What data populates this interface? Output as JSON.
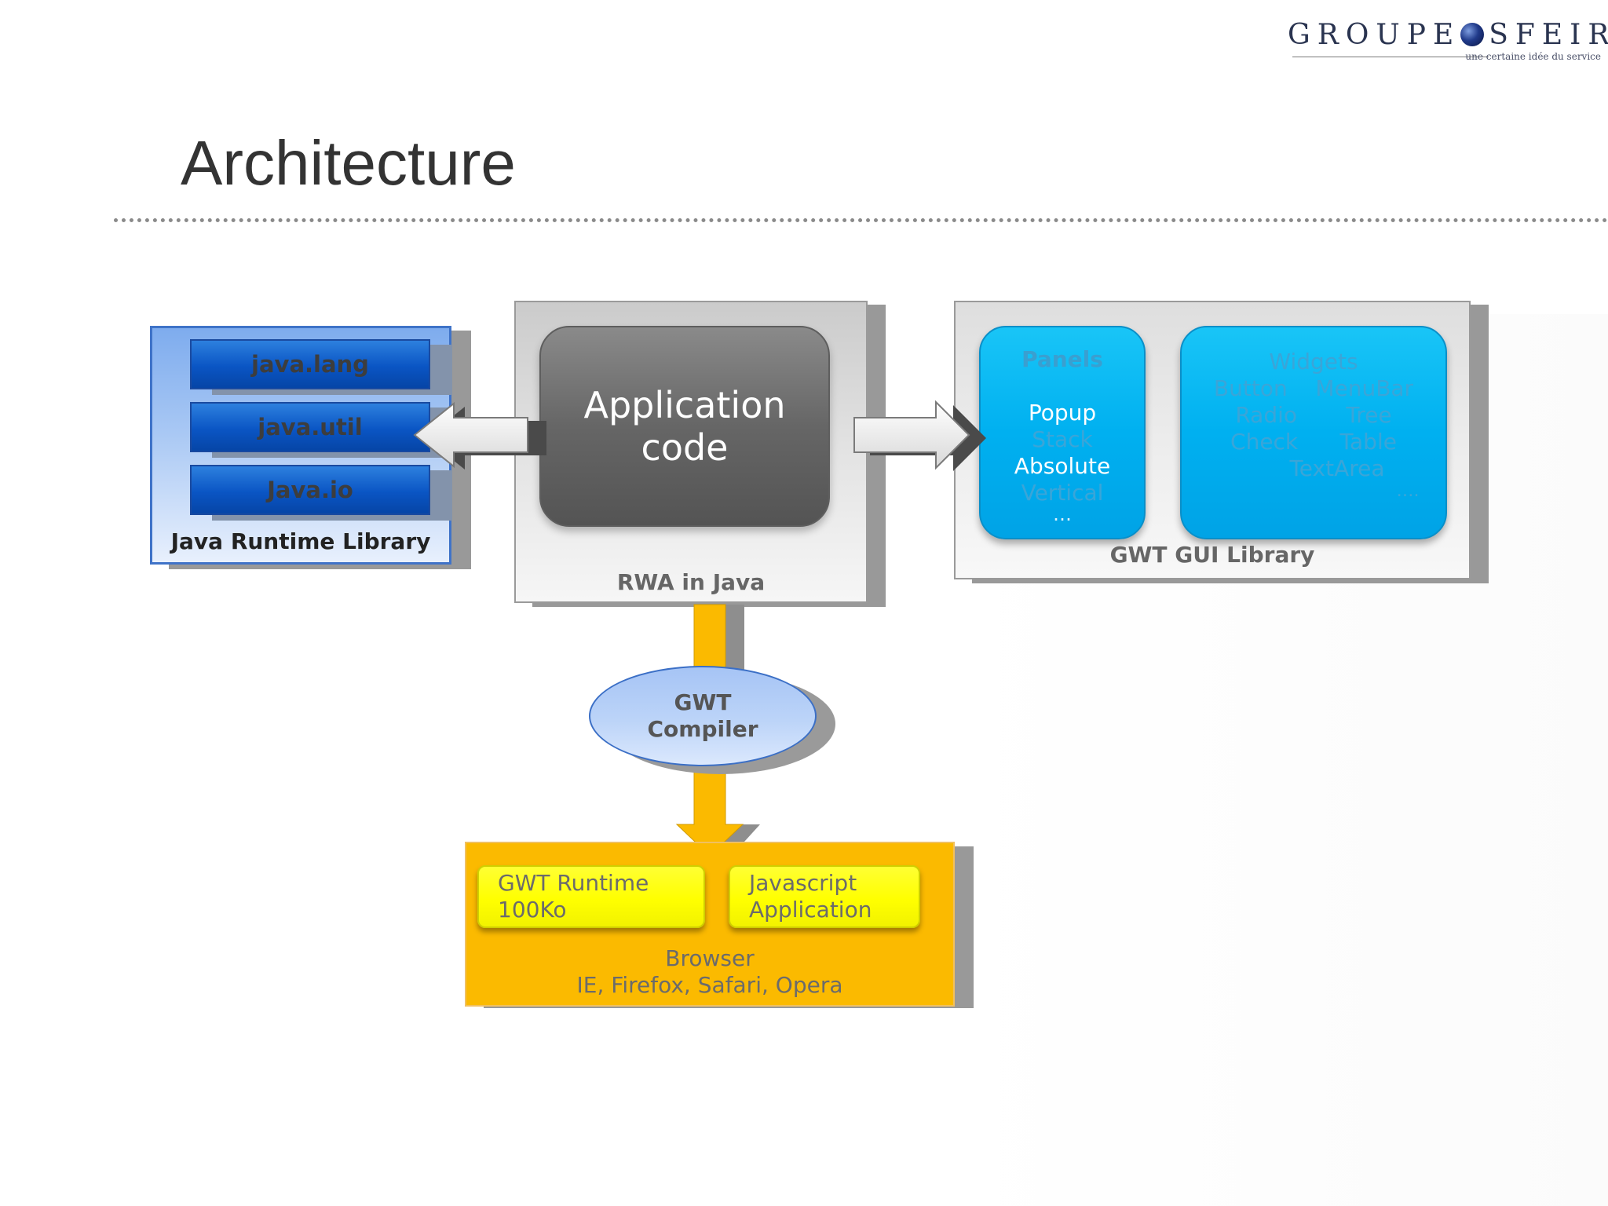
{
  "logo": {
    "left_text": "GROUPE",
    "right_text": "SFEIR",
    "tagline": "une certaine idée du service"
  },
  "slide": {
    "title": "Architecture"
  },
  "java_runtime": {
    "packages": [
      "java.lang",
      "java.util",
      "Java.io"
    ],
    "label": "Java Runtime Library"
  },
  "rwa": {
    "app_code_line1": "Application",
    "app_code_line2": "code",
    "label": "RWA in Java"
  },
  "gui_library": {
    "panels": [
      "Panels",
      "",
      "Popup",
      "Stack",
      "Absolute",
      "Vertical",
      "…"
    ],
    "widgets": [
      "Widgets",
      "Button    MenuBar",
      "Radio       Tree",
      "Check      Table",
      "TextArea",
      "…."
    ],
    "label": "GWT GUI Library"
  },
  "compiler": {
    "line1": "GWT",
    "line2": "Compiler"
  },
  "browser": {
    "runtime_line1": "GWT Runtime",
    "runtime_line2": "100Ko",
    "js_line1": "Javascript",
    "js_line2": "Application",
    "label_line1": "Browser",
    "label_line2": "IE, Firefox, Safari, Opera"
  },
  "colors": {
    "java_blue": "#0a55c4",
    "app_code_gray": "#666666",
    "gui_cyan": "#00b0f0",
    "compiler_blue": "#bcd4f8",
    "browser_orange": "#fbba00",
    "card_yellow": "#ffff00",
    "flow_arrow": "#fbba00"
  },
  "icons": {
    "left_arrow": "arrow-left-icon",
    "right_arrow": "arrow-right-icon",
    "down_arrow": "arrow-down-icon",
    "logo_orb": "globe-orb-icon"
  }
}
